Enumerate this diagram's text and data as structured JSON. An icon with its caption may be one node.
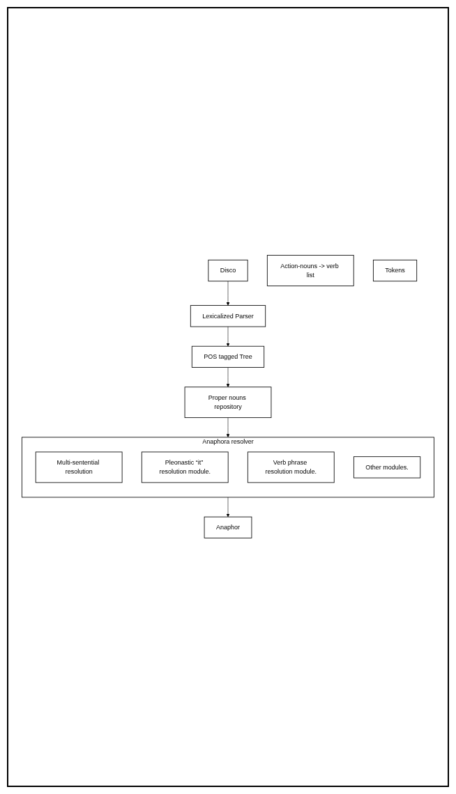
{
  "diagram": {
    "nodes": [
      {
        "text": [
          "Disco"
        ]
      },
      {
        "text": [
          "Lexicalized Parser"
        ]
      },
      {
        "text": [
          "POS tagged Tree"
        ]
      },
      {
        "text": [
          "Action-nouns -> verb list"
        ]
      },
      {
        "text": [
          "Tokens"
        ]
      },
      {
        "text": [
          "Proper nouns repository"
        ]
      },
      {
        "text": [
          "Anaphora resolver"
        ]
      },
      {
        "text": [
          "Multi-sentential resolution"
        ],
        "in": 6
      },
      {
        "text": [
          "Pleonastic “it” resolution module."
        ],
        "in": 6
      },
      {
        "text": [
          "Verb phrase resolution module."
        ],
        "in": 6
      },
      {
        "text": [
          "Other modules."
        ],
        "in": 6
      },
      {
        "text": [
          "Anaphor"
        ]
      }
    ],
    "edges": [
      {
        "from": 0,
        "to": 1,
        "arrow": "to"
      },
      {
        "from": 1,
        "to": 2,
        "arrow": "to"
      },
      {
        "from": 2,
        "to": 5,
        "arrow": "to"
      },
      {
        "from": 5,
        "to": 6,
        "arrow": "to"
      },
      {
        "from": 6,
        "to": 11,
        "arrow": "to"
      }
    ]
  }
}
